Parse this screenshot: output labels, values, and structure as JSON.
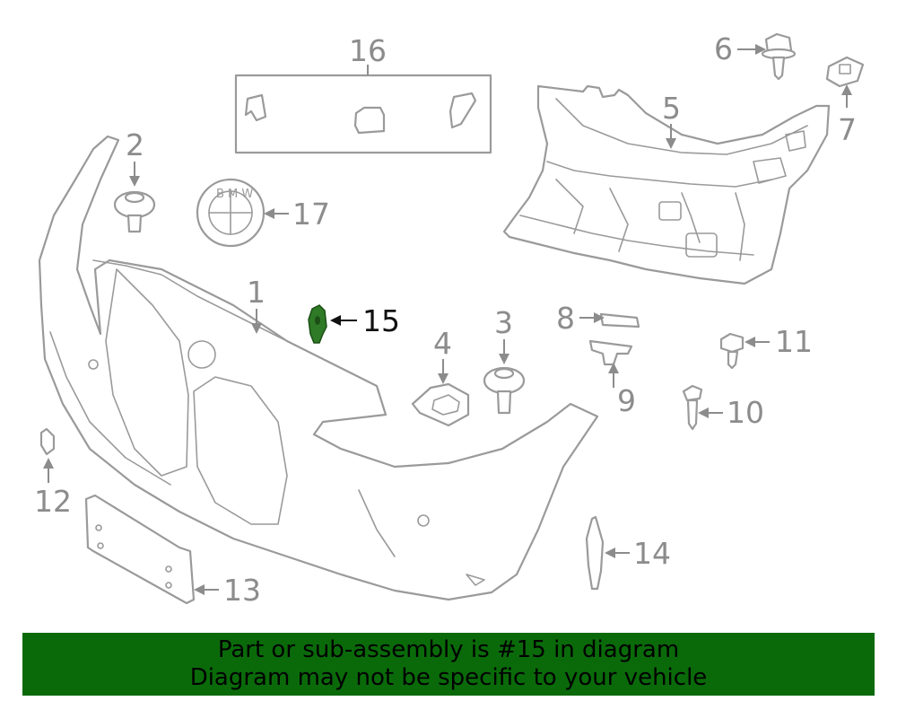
{
  "callouts": {
    "c1": "1",
    "c2": "2",
    "c3": "3",
    "c4": "4",
    "c5": "5",
    "c6": "6",
    "c7": "7",
    "c8": "8",
    "c9": "9",
    "c10": "10",
    "c11": "11",
    "c12": "12",
    "c13": "13",
    "c14": "14",
    "c15": "15",
    "c16": "16",
    "c17": "17"
  },
  "highlighted_part": "15",
  "colors": {
    "highlight": "#2f7a26",
    "banner": "#0a6a0a",
    "line": "#9a9a9a"
  },
  "banner": {
    "line1": "Part or sub-assembly is #15 in diagram",
    "line2": "Diagram may not be specific to your vehicle"
  }
}
